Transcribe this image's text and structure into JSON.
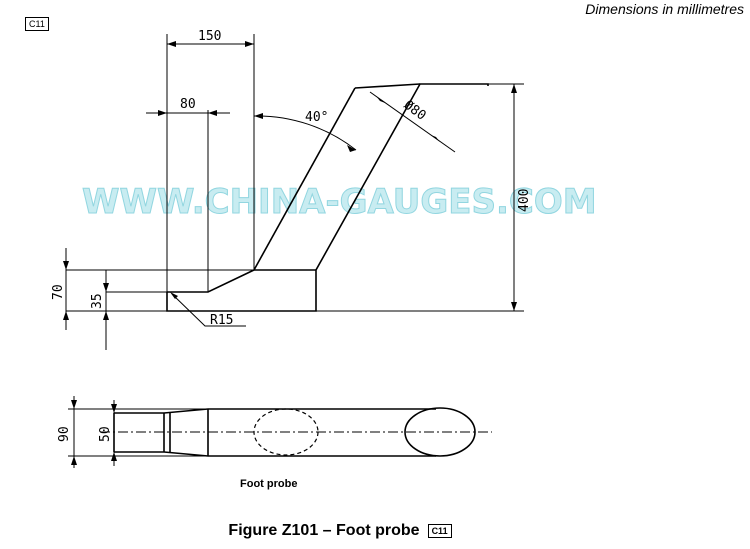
{
  "header": {
    "units_note": "Dimensions in millimetres"
  },
  "badges": {
    "top_left": "C11",
    "caption": "C11"
  },
  "watermark": "WWW.CHINA-GAUGES.COM",
  "dimensions": {
    "width_150": "150",
    "width_80": "80",
    "angle": "40°",
    "diameter": "Ø80",
    "height_400": "400",
    "height_70": "70",
    "height_35": "35",
    "radius": "R15",
    "width_90": "90",
    "width_50": "50"
  },
  "captions": {
    "sub": "Foot probe",
    "figure": "Figure Z101 – Foot probe"
  }
}
